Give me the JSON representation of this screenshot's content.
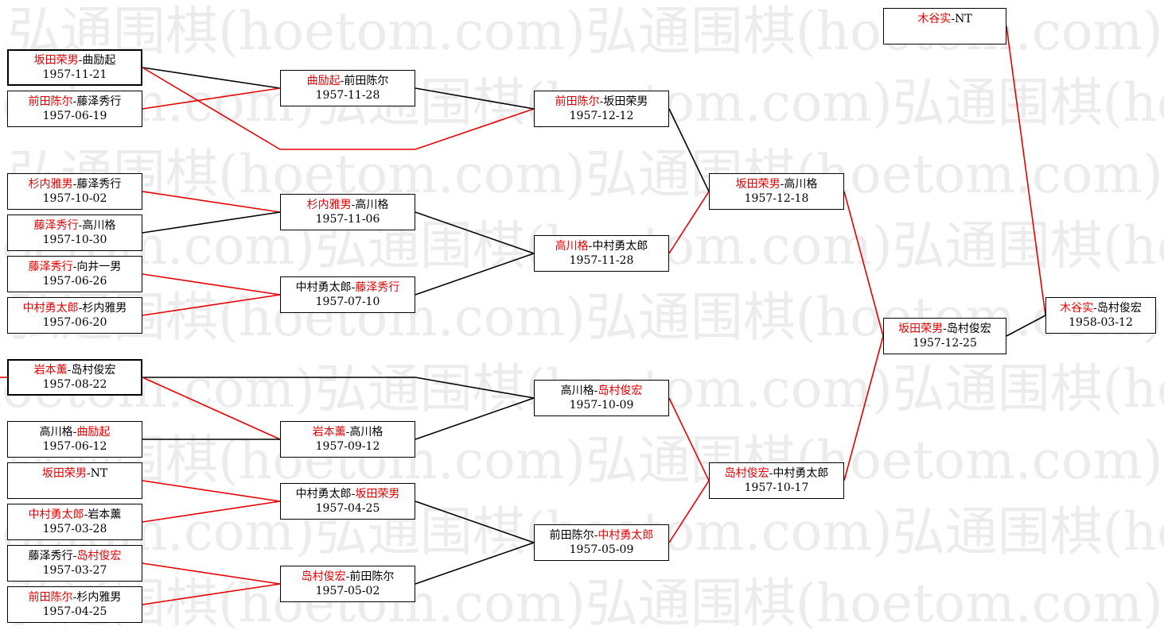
{
  "colors": {
    "win": "#e60000",
    "loss": "#000000"
  },
  "watermark": "弘通围棋(hoetom.com)",
  "matches": [
    {
      "id": "r1-1",
      "p1": "坂田荣男",
      "p2": "曲励起",
      "date": "1957-11-21",
      "winner": 1
    },
    {
      "id": "r1-2",
      "p1": "前田陈尔",
      "p2": "藤泽秀行",
      "date": "1957-06-19",
      "winner": 1
    },
    {
      "id": "r1-3",
      "p1": "杉内雅男",
      "p2": "藤泽秀行",
      "date": "1957-10-02",
      "winner": 1
    },
    {
      "id": "r1-4",
      "p1": "藤泽秀行",
      "p2": "高川格",
      "date": "1957-10-30",
      "winner": 1
    },
    {
      "id": "r1-5",
      "p1": "藤泽秀行",
      "p2": "向井一男",
      "date": "1957-06-26",
      "winner": 1
    },
    {
      "id": "r1-6",
      "p1": "中村勇太郎",
      "p2": "杉内雅男",
      "date": "1957-06-20",
      "winner": 1
    },
    {
      "id": "r1-7",
      "p1": "岩本薰",
      "p2": "岛村俊宏",
      "date": "1957-08-22",
      "winner": 1
    },
    {
      "id": "r1-8",
      "p1": "高川格",
      "p2": "曲励起",
      "date": "1957-06-12",
      "winner": 2
    },
    {
      "id": "r1-9",
      "p1": "坂田荣男",
      "p2": "NT",
      "date": "",
      "winner": 1
    },
    {
      "id": "r1-10",
      "p1": "中村勇太郎",
      "p2": "岩本薰",
      "date": "1957-03-28",
      "winner": 1
    },
    {
      "id": "r1-11",
      "p1": "藤泽秀行",
      "p2": "岛村俊宏",
      "date": "1957-03-27",
      "winner": 2
    },
    {
      "id": "r1-12",
      "p1": "前田陈尔",
      "p2": "杉内雅男",
      "date": "1957-04-25",
      "winner": 1
    },
    {
      "id": "r2-1",
      "p1": "曲励起",
      "p2": "前田陈尔",
      "date": "1957-11-28",
      "winner": 1
    },
    {
      "id": "r2-2",
      "p1": "杉内雅男",
      "p2": "高川格",
      "date": "1957-11-06",
      "winner": 1
    },
    {
      "id": "r2-3",
      "p1": "中村勇太郎",
      "p2": "藤泽秀行",
      "date": "1957-07-10",
      "winner": 2
    },
    {
      "id": "r2-4",
      "p1": "岩本薰",
      "p2": "高川格",
      "date": "1957-09-12",
      "winner": 1
    },
    {
      "id": "r2-5",
      "p1": "中村勇太郎",
      "p2": "坂田荣男",
      "date": "1957-04-25",
      "winner": 2
    },
    {
      "id": "r2-6",
      "p1": "岛村俊宏",
      "p2": "前田陈尔",
      "date": "1957-05-02",
      "winner": 1
    },
    {
      "id": "r3-1",
      "p1": "前田陈尔",
      "p2": "坂田荣男",
      "date": "1957-12-12",
      "winner": 1
    },
    {
      "id": "r3-2",
      "p1": "高川格",
      "p2": "中村勇太郎",
      "date": "1957-11-28",
      "winner": 1
    },
    {
      "id": "r3-3",
      "p1": "高川格",
      "p2": "岛村俊宏",
      "date": "1957-10-09",
      "winner": 2
    },
    {
      "id": "r3-4",
      "p1": "前田陈尔",
      "p2": "中村勇太郎",
      "date": "1957-05-09",
      "winner": 2
    },
    {
      "id": "r4-1",
      "p1": "坂田荣男",
      "p2": "高川格",
      "date": "1957-12-18",
      "winner": 1
    },
    {
      "id": "r4-2",
      "p1": "岛村俊宏",
      "p2": "中村勇太郎",
      "date": "1957-10-17",
      "winner": 1
    },
    {
      "id": "r5-1",
      "p1": "坂田荣男",
      "p2": "岛村俊宏",
      "date": "1957-12-25",
      "winner": 1
    },
    {
      "id": "r6-top",
      "p1": "木谷实",
      "p2": "NT",
      "date": "",
      "winner": 1
    },
    {
      "id": "r6-final",
      "p1": "木谷实",
      "p2": "岛村俊宏",
      "date": "1958-03-12",
      "winner": 1
    }
  ]
}
